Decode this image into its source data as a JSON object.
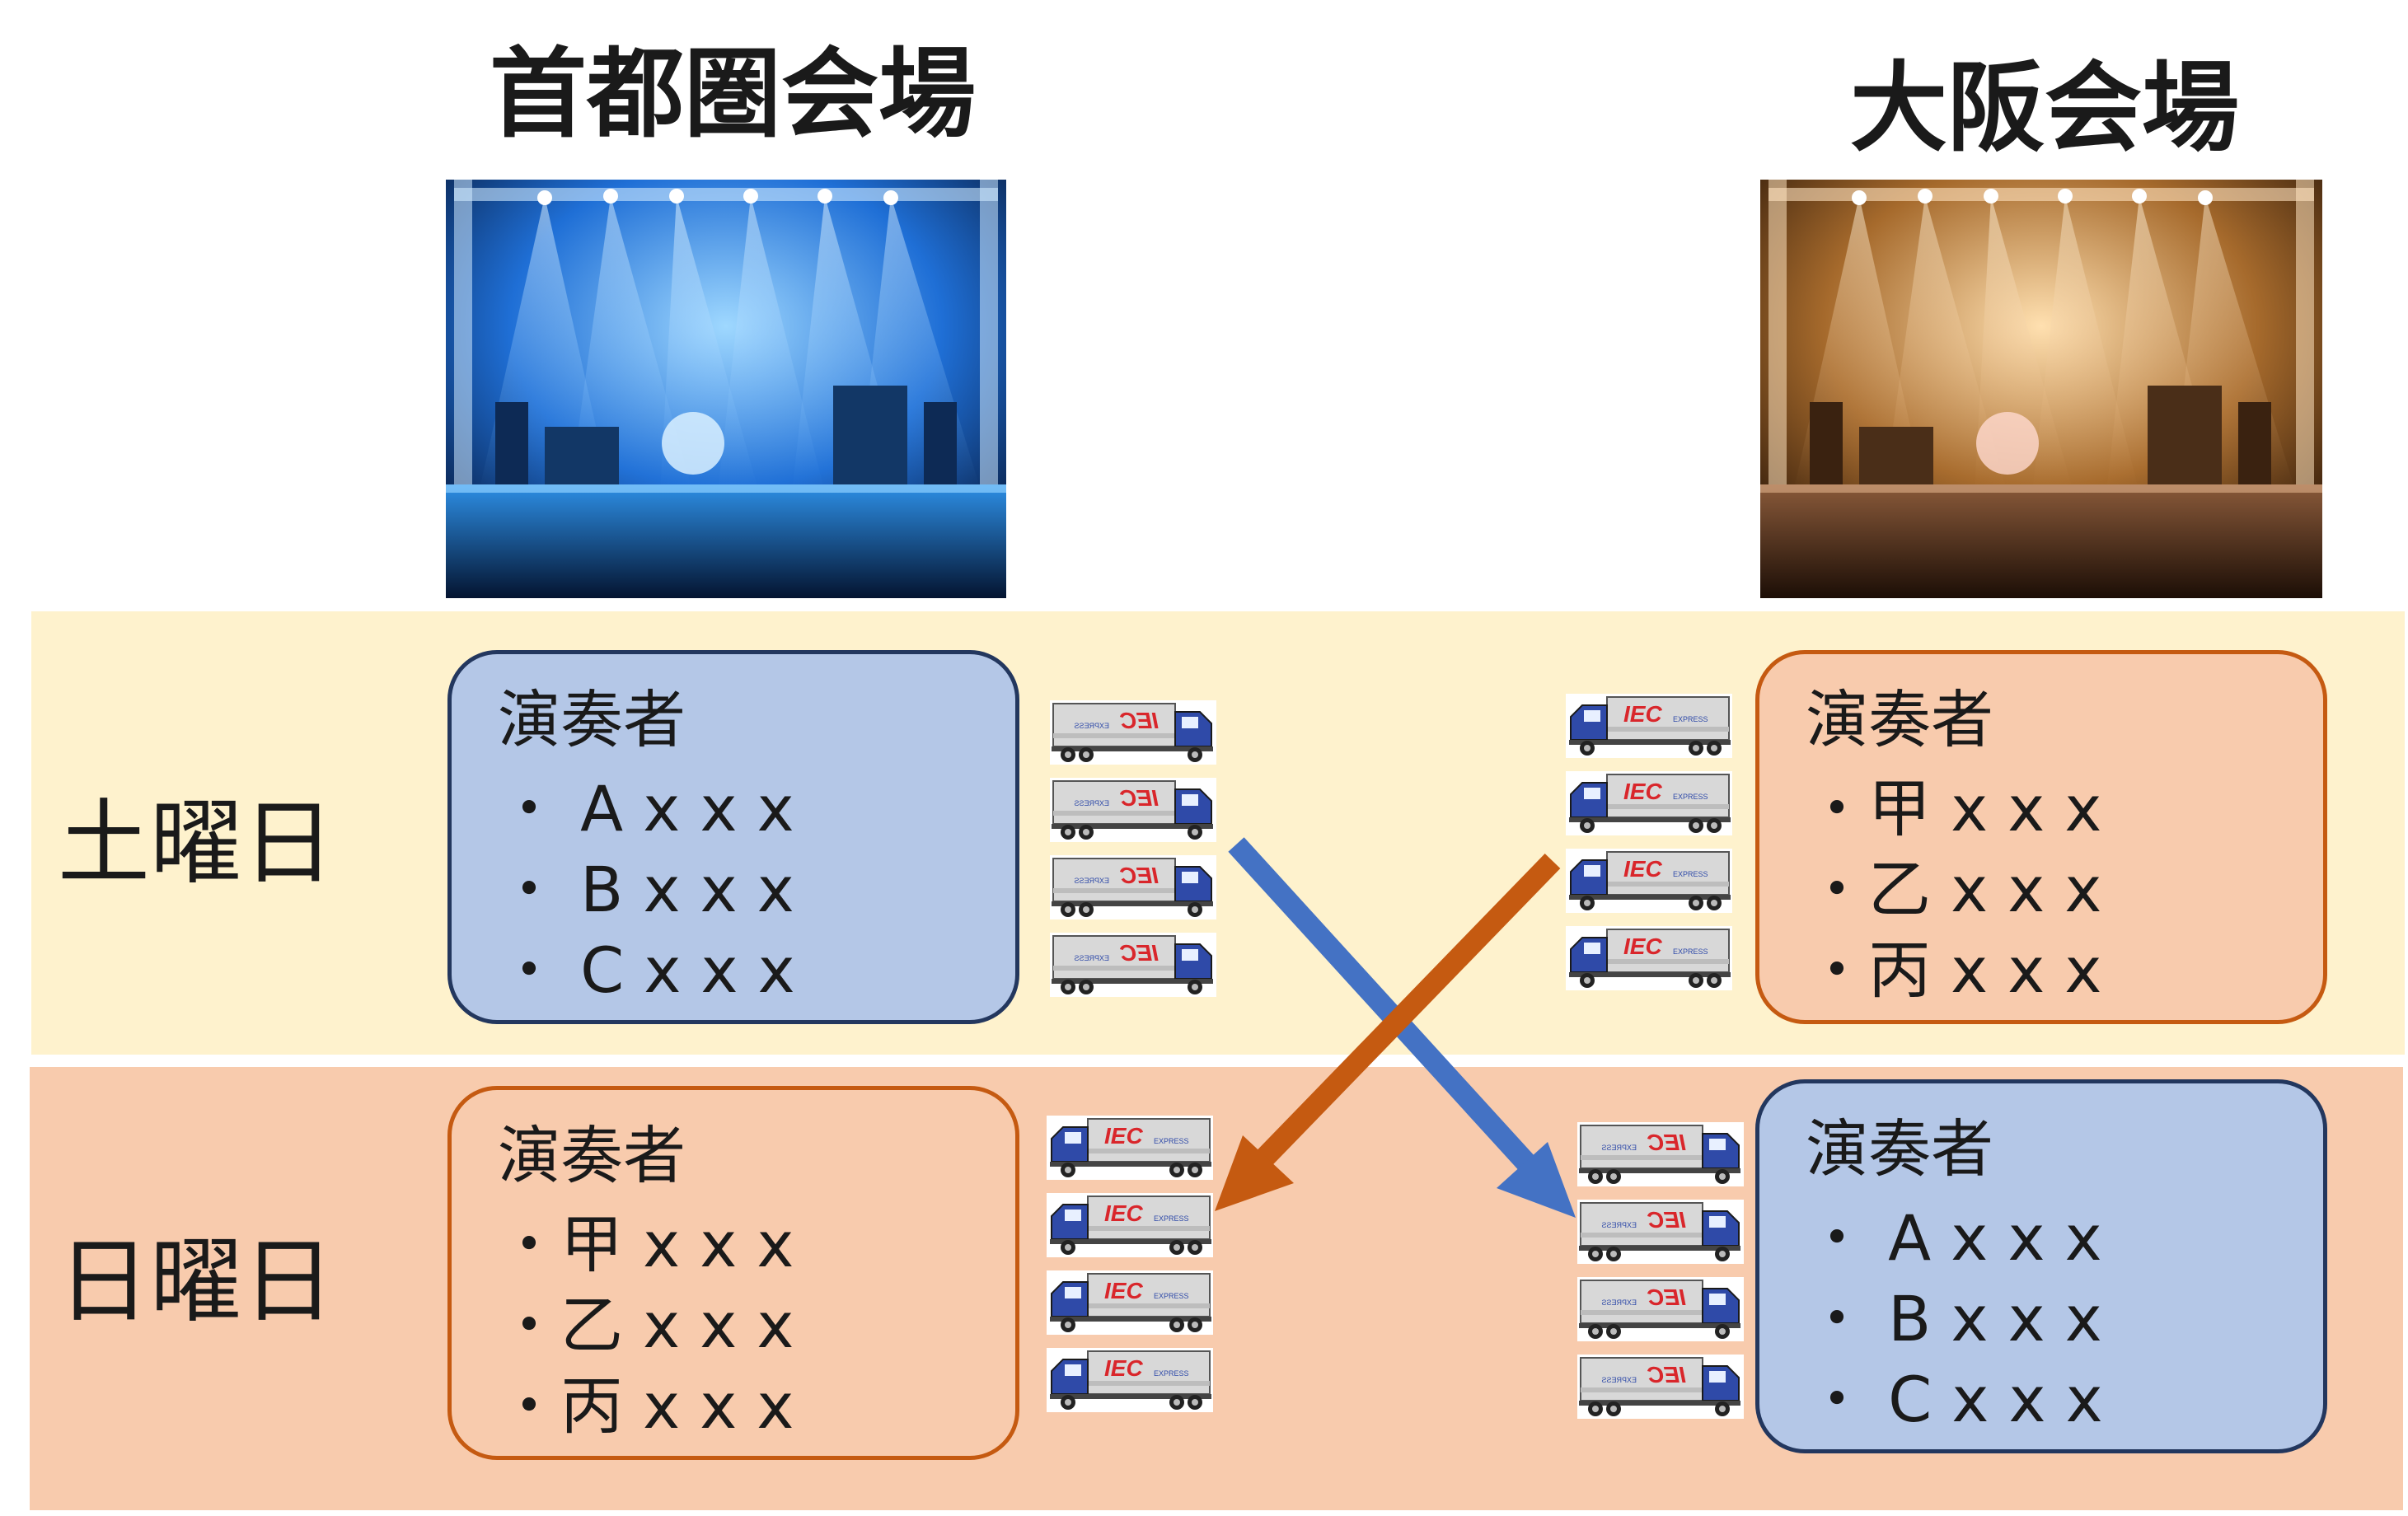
{
  "venues": {
    "tokyo": {
      "title": "首都圏会場",
      "light_color": "#3aa6ff"
    },
    "osaka": {
      "title": "大阪会場",
      "light_color": "#d9a060"
    }
  },
  "days": {
    "saturday": "土曜日",
    "sunday": "日曜日"
  },
  "boxes": {
    "sat_tokyo": {
      "title": "演奏者",
      "items": [
        "・ A x x x",
        "・ B x x x",
        "・ C x x x"
      ],
      "color": "#b4c7e7"
    },
    "sat_osaka": {
      "title": "演奏者",
      "items": [
        "・甲 x x x",
        "・乙 x x x",
        "・丙 x x x"
      ],
      "color": "#f8cbad"
    },
    "sun_tokyo": {
      "title": "演奏者",
      "items": [
        "・甲 x x x",
        "・乙 x x x",
        "・丙 x x x"
      ],
      "color": "#f8cbad"
    },
    "sun_osaka": {
      "title": "演奏者",
      "items": [
        "・ A x x x",
        "・ B x x x",
        "・ C x x x"
      ],
      "color": "#b4c7e7"
    }
  },
  "truck_logo": "IEC",
  "truck_logo_sub": "EXPRESS",
  "colors": {
    "band_saturday": "#fef2cd",
    "band_sunday": "#f8cbad",
    "arrow_blue": "#4472c4",
    "arrow_orange": "#c55a11",
    "logo_red": "#d9262b"
  }
}
